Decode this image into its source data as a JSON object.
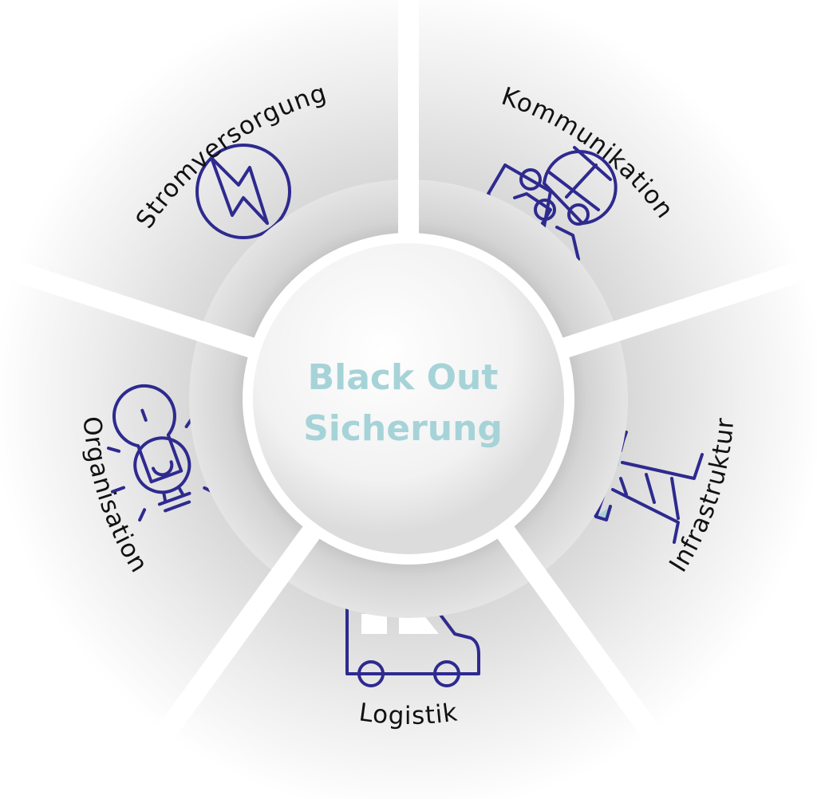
{
  "center": {
    "line1": "Black Out",
    "line2": "Sicherung"
  },
  "segments": [
    {
      "label": "Stromversorgung",
      "icon": "lightning-icon"
    },
    {
      "label": "Kommunikation",
      "icon": "people-globe-icon"
    },
    {
      "label": "Infrastruktur",
      "icon": "power-pylon-icon"
    },
    {
      "label": "Logistik",
      "icon": "car-icon"
    },
    {
      "label": "Organisation",
      "icon": "lightbulb-icon"
    }
  ],
  "colors": {
    "accent": "#a6d3d8",
    "stroke": "#2e2a8f",
    "text": "#111111"
  }
}
